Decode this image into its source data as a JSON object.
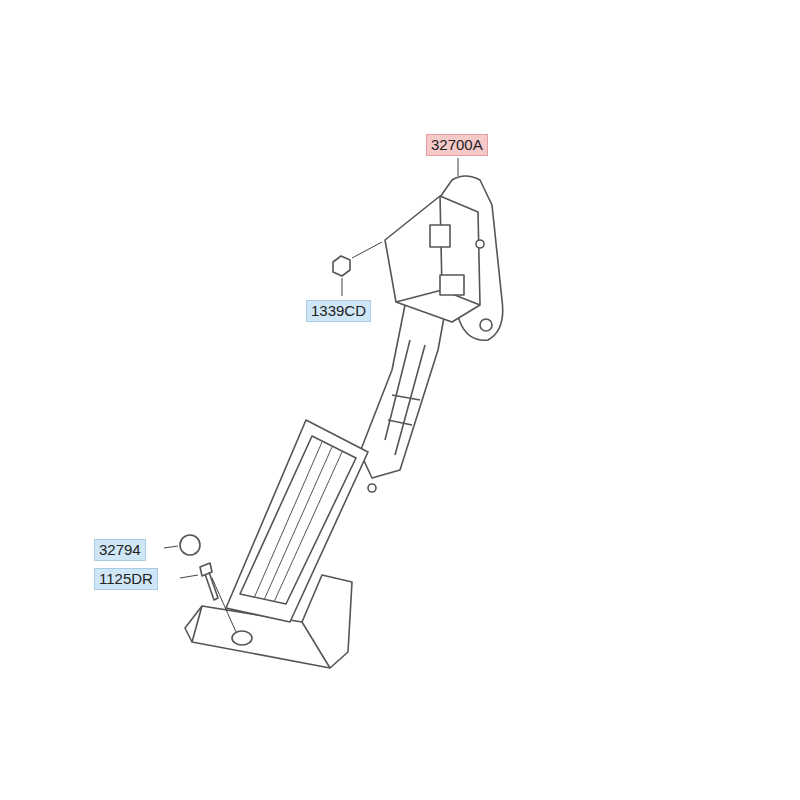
{
  "diagram": {
    "labels": [
      "32700A",
      "1339CD",
      "32794",
      "1125DR"
    ]
  }
}
